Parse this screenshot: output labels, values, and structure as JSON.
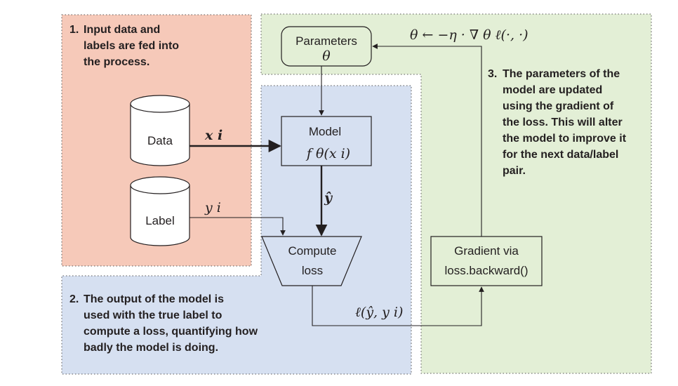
{
  "notes": {
    "n1": {
      "num": "1.",
      "lines": [
        "Input data and",
        "labels are fed into",
        "the process."
      ]
    },
    "n2": {
      "num": "2.",
      "lines": [
        "The output of the model is",
        "used with the true label to",
        "compute a loss, quantifying how",
        "badly the model is doing."
      ]
    },
    "n3": {
      "num": "3.",
      "lines": [
        "The parameters of the",
        "model are updated",
        "using the gradient of",
        "the loss. This will alter",
        "the model to improve it",
        "for the next data/label",
        "pair."
      ]
    }
  },
  "nodes": {
    "data": "Data",
    "label": "Label",
    "parameters": {
      "title": "Parameters",
      "symbol": "θ"
    },
    "model": {
      "title": "Model",
      "formula": "f θ(x i)"
    },
    "loss": {
      "line1": "Compute",
      "line2": "loss"
    },
    "gradient": {
      "line1": "Gradient via",
      "line2": "loss.backward()"
    }
  },
  "edges": {
    "xi": "x i",
    "yi": "y i",
    "yhat": "ŷ",
    "loss_out": "ℓ(ŷ, y i)",
    "update": "θ ← −η · ∇ θ ℓ(·, ·)"
  },
  "colors": {
    "region1": "#f6c9b9",
    "region2": "#d6e0f1",
    "region3": "#e3efd6",
    "ink": "#231f20"
  }
}
